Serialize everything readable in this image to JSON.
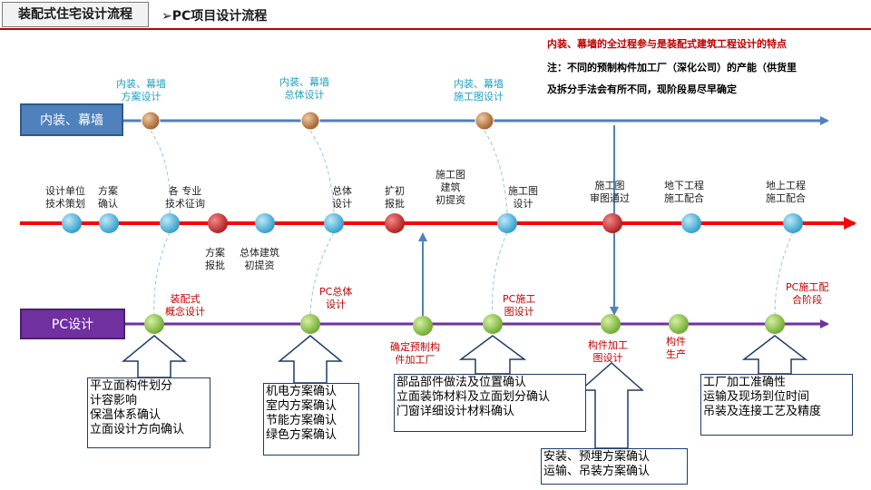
{
  "header": {
    "title": "装配式住宅设计流程",
    "subtitle": "➢PC项目设计流程"
  },
  "notes": {
    "line1": "内装、幕墙的全过程参与是装配式建筑工程设计的特点",
    "line2": "注：不同的预制构件加工厂（深化公司）的产能（供货里",
    "line3": "及拆分手法会有所不同，现阶段易尽早确定"
  },
  "lanes": {
    "interior": "内装、幕墙",
    "pc": "PC设计"
  },
  "colors": {
    "interior_lane": "#4f81bd",
    "pc_lane": "#7030a0",
    "main_line": "#ff0000",
    "node_blue": "#31a6d6",
    "node_red": "#c0282a",
    "node_green": "#8dc63f",
    "node_brown": "#a0522d"
  },
  "top_labels": {
    "t1": [
      "内装、幕墙",
      "方案设计"
    ],
    "t2": [
      "内装、幕墙",
      "总体设计"
    ],
    "t3": [
      "内装、幕墙",
      "施工图设计"
    ]
  },
  "mid_labels": {
    "m1": [
      "设计单位",
      "技术策划"
    ],
    "m2": [
      "方案",
      "确认"
    ],
    "m3": [
      "各 专业",
      "技术征询"
    ],
    "m4": [
      "方案",
      "报批"
    ],
    "m5": [
      "总体建筑",
      "初提资"
    ],
    "m6": [
      "总体",
      "设计"
    ],
    "m7": [
      "扩初",
      "报批"
    ],
    "m8": [
      "施工图",
      "建筑",
      "初提资"
    ],
    "m9": [
      "施工图",
      "设计"
    ],
    "m10": [
      "施工图",
      "审图通过"
    ],
    "m11": [
      "地下工程",
      "施工配合"
    ],
    "m12": [
      "地上工程",
      "施工配合"
    ]
  },
  "pc_labels": {
    "p1": [
      "装配式",
      "概念设计"
    ],
    "p2": [
      "PC总体",
      "设计"
    ],
    "p3": [
      "确定预制构",
      "件加工厂"
    ],
    "p4": [
      "PC施工",
      "图设计"
    ],
    "p5": [
      "构件加工",
      "图设计"
    ],
    "p6": [
      "构件",
      "生产"
    ],
    "p7": [
      "PC施工配",
      "合阶段"
    ]
  },
  "boxes": {
    "b1": [
      "平立面构件划分",
      "计容影响",
      "保温体系确认",
      "立面设计方向确认"
    ],
    "b2": [
      "机电方案确认",
      "室内方案确认",
      "节能方案确认",
      "绿色方案确认"
    ],
    "b3": [
      "部品部件做法及位置确认",
      "立面装饰材料及立面划分确认",
      "门窗详细设计材料确认"
    ],
    "b4": [
      "安装、预埋方案确认",
      "运输、吊装方案确认"
    ],
    "b5": [
      "工厂加工准确性",
      "运输及现场到位时间",
      "吊装及连接工艺及精度"
    ]
  }
}
